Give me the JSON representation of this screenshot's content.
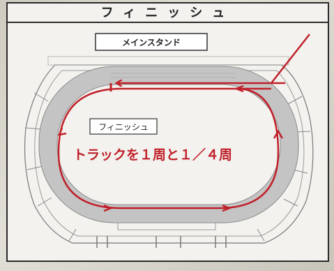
{
  "title": "フィニッシュ",
  "labels": {
    "main_stand": "メインスタンド",
    "finish": "フィニッシュ",
    "route": "トラックを１周と１／４周"
  },
  "colors": {
    "route": "#c0202a",
    "track": "#c4c4c4",
    "frame": "#2a2a2a"
  }
}
